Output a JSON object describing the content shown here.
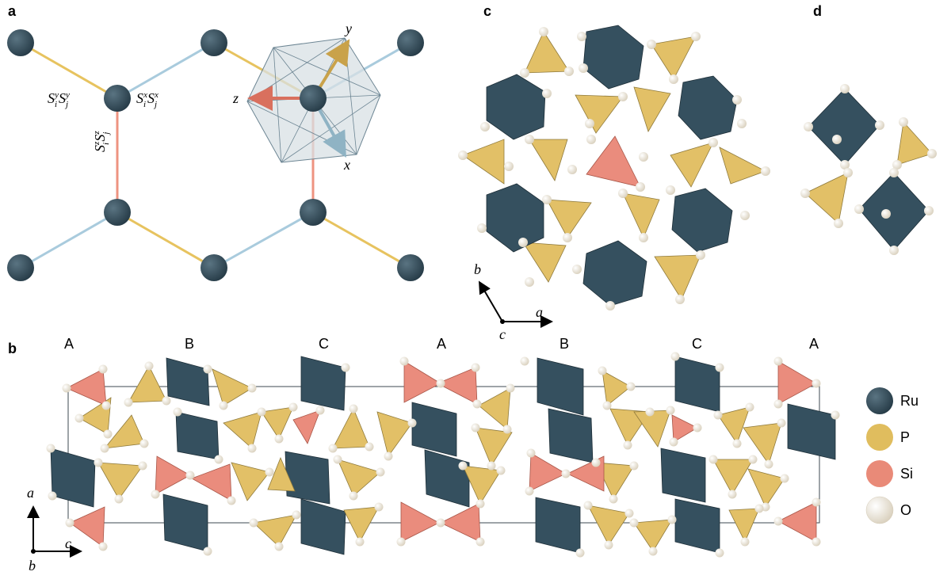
{
  "panels": {
    "a": "a",
    "b": "b",
    "c": "c",
    "d": "d"
  },
  "panel_a": {
    "bond_yy": "S",
    "bond_xx": "S",
    "bond_zz": "S",
    "axis_x": "x",
    "axis_y": "y",
    "axis_z": "z",
    "sub_i": "i",
    "sub_j": "j",
    "sup_x": "x",
    "sup_y": "y",
    "sup_z": "z"
  },
  "panel_b": {
    "stacking": [
      "A",
      "B",
      "C",
      "A",
      "B",
      "C",
      "A"
    ],
    "axis_a": "a",
    "axis_c": "c",
    "axis_b": "b"
  },
  "panel_c": {
    "axis_a": "a",
    "axis_b": "b",
    "axis_c": "c"
  },
  "legend": [
    {
      "label": "Ru",
      "color": "#35505f"
    },
    {
      "label": "P",
      "color": "#e0bd5e"
    },
    {
      "label": "Si",
      "color": "#e98a78"
    },
    {
      "label": "O",
      "color": "#efe9dc"
    }
  ],
  "colors": {
    "ru": "#35505f",
    "p": "#e2c067",
    "si": "#ea8c7d",
    "o": "#f1ece0",
    "bond_y": "#e7c35f",
    "bond_x": "#a9cbdd",
    "bond_z": "#ee9380"
  }
}
